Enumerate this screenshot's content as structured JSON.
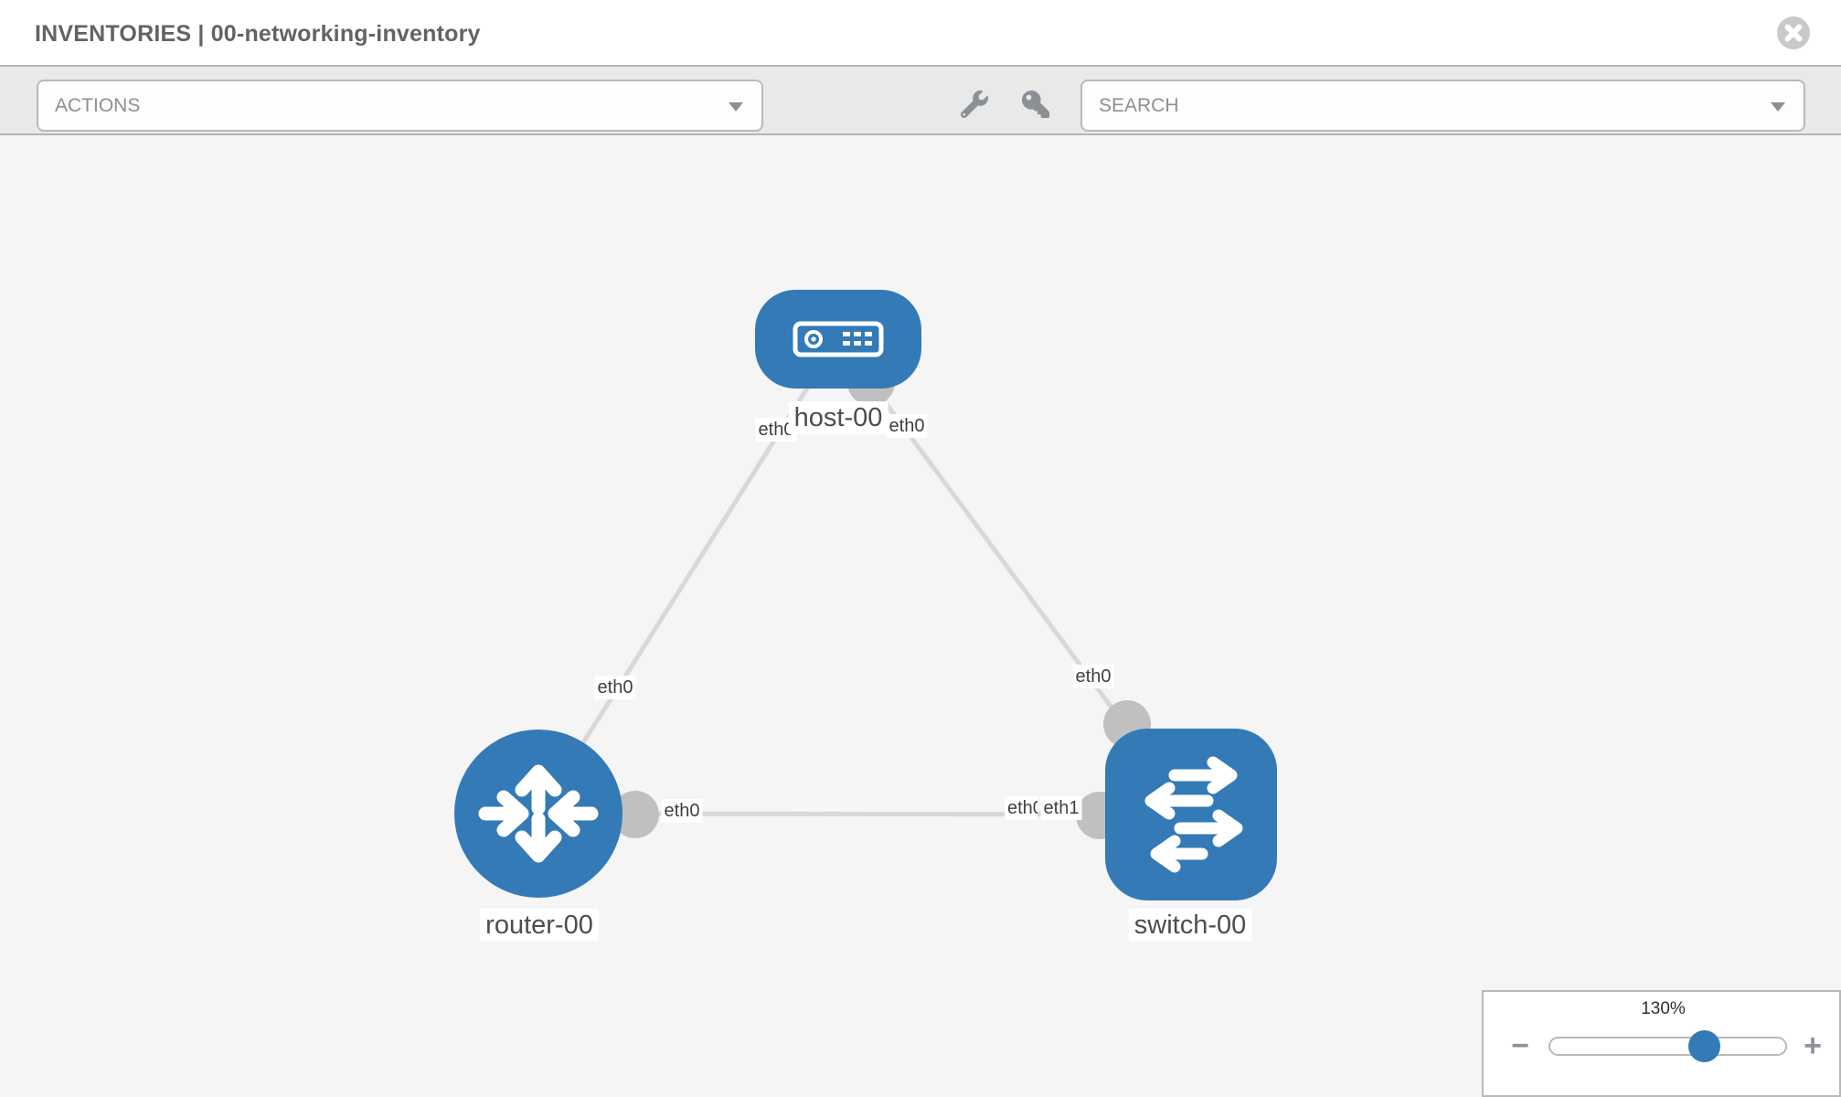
{
  "header": {
    "title": "INVENTORIES | 00-networking-inventory"
  },
  "toolbar": {
    "actions_label": "ACTIONS",
    "search_placeholder": "SEARCH",
    "icons": [
      "wrench-icon",
      "key-icon"
    ]
  },
  "topology": {
    "nodes": [
      {
        "id": "host-00",
        "type": "host",
        "label": "host-00"
      },
      {
        "id": "router-00",
        "type": "router",
        "label": "router-00"
      },
      {
        "id": "switch-00",
        "type": "switch",
        "label": "switch-00"
      }
    ],
    "links": [
      {
        "from": "host-00",
        "from_interface": "eth0",
        "to": "router-00",
        "to_interface": "eth0"
      },
      {
        "from": "host-00",
        "from_interface": "eth0",
        "to": "switch-00",
        "to_interface": "eth0"
      },
      {
        "from": "router-00",
        "from_interface": "eth0",
        "to": "switch-00",
        "to_interface": "eth1"
      }
    ],
    "port_labels": {
      "host_to_router": "eth0",
      "host_to_switch": "eth0",
      "router_to_host": "eth0",
      "switch_to_host": "eth0",
      "router_to_switch": "eth0",
      "switch_to_router": "eth1",
      "switch_to_router_overlapped": "eth0"
    }
  },
  "zoom_control": {
    "level": "130%",
    "minus_label": "−",
    "plus_label": "+"
  },
  "colors": {
    "node_fill": "#337ab7",
    "link": "#d8d8d8",
    "port_endpoint": "#c0c0c0",
    "toolbar_bg": "#e9e9e9",
    "canvas_bg": "#f5f5f5"
  }
}
